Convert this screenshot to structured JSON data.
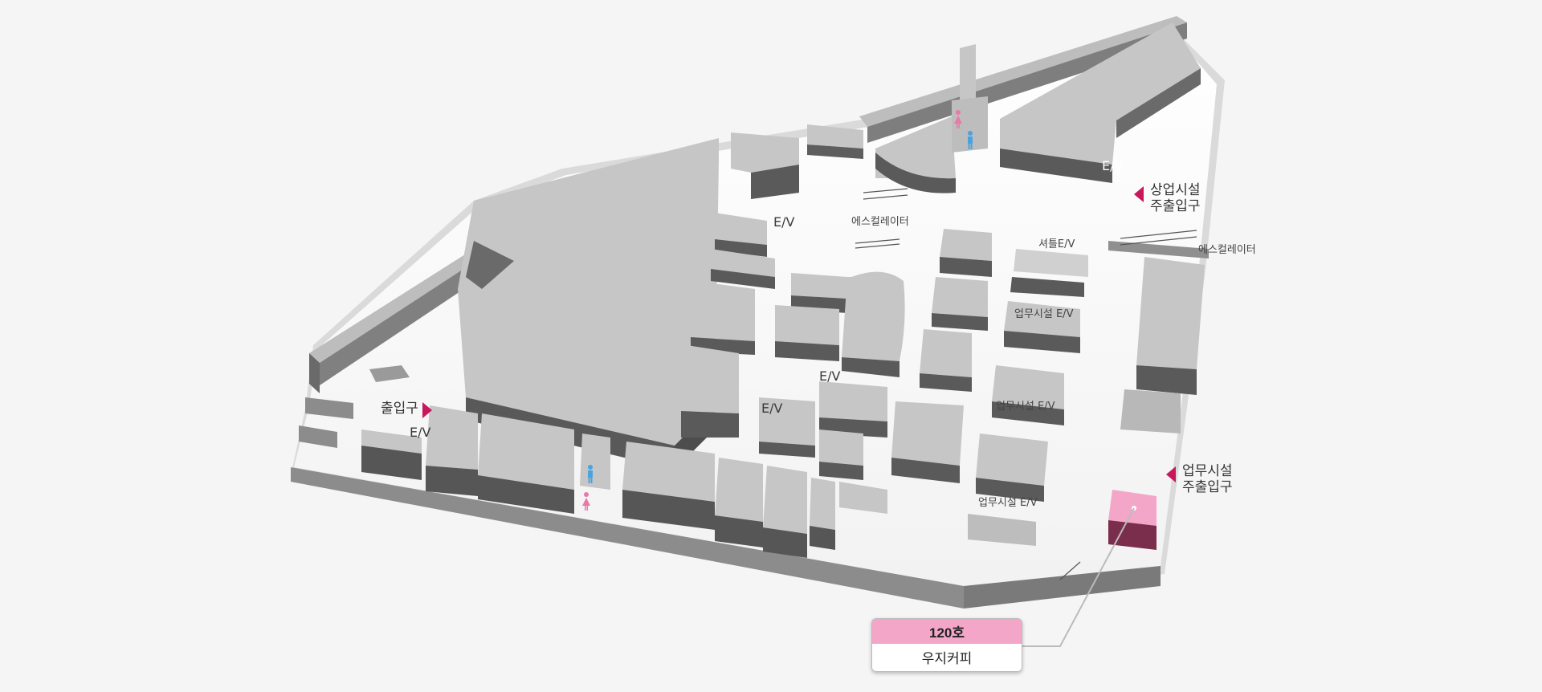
{
  "map": {
    "labels": {
      "ev_top_left": "E/V",
      "ev_mid": "E/V",
      "ev_mid_low": "E/V",
      "ev_left_entrance": "E/V",
      "ev_right": "E/V",
      "escalator_center": "에스컬레이터",
      "escalator_right": "에스컬레이터",
      "shuttle_ev": "셔틀E/V",
      "office_ev_1": "업무시설 E/V",
      "office_ev_2": "업무시설 E/V",
      "office_ev_3": "업무시설 E/V"
    },
    "entrances": {
      "main_entrance": "출입구",
      "commercial_main_entrance": [
        "상업시설",
        "주출입구"
      ],
      "office_main_entrance": [
        "업무시설",
        "주출입구"
      ]
    },
    "highlight": {
      "room": "120호",
      "name": "우지커피",
      "color": "#f4a6c9"
    },
    "colors": {
      "background": "#f5f5f5",
      "floor": "#ffffff",
      "block_top": "#c4c4c4",
      "block_side": "#5c5c5c",
      "wall": "#8a8a8a",
      "entrance_marker": "#c8175d",
      "male_icon": "#4aa3df",
      "female_icon": "#e879a8"
    },
    "icons": [
      "male-restroom-icon",
      "female-restroom-icon",
      "escalator-icon",
      "entrance-marker-icon"
    ]
  }
}
